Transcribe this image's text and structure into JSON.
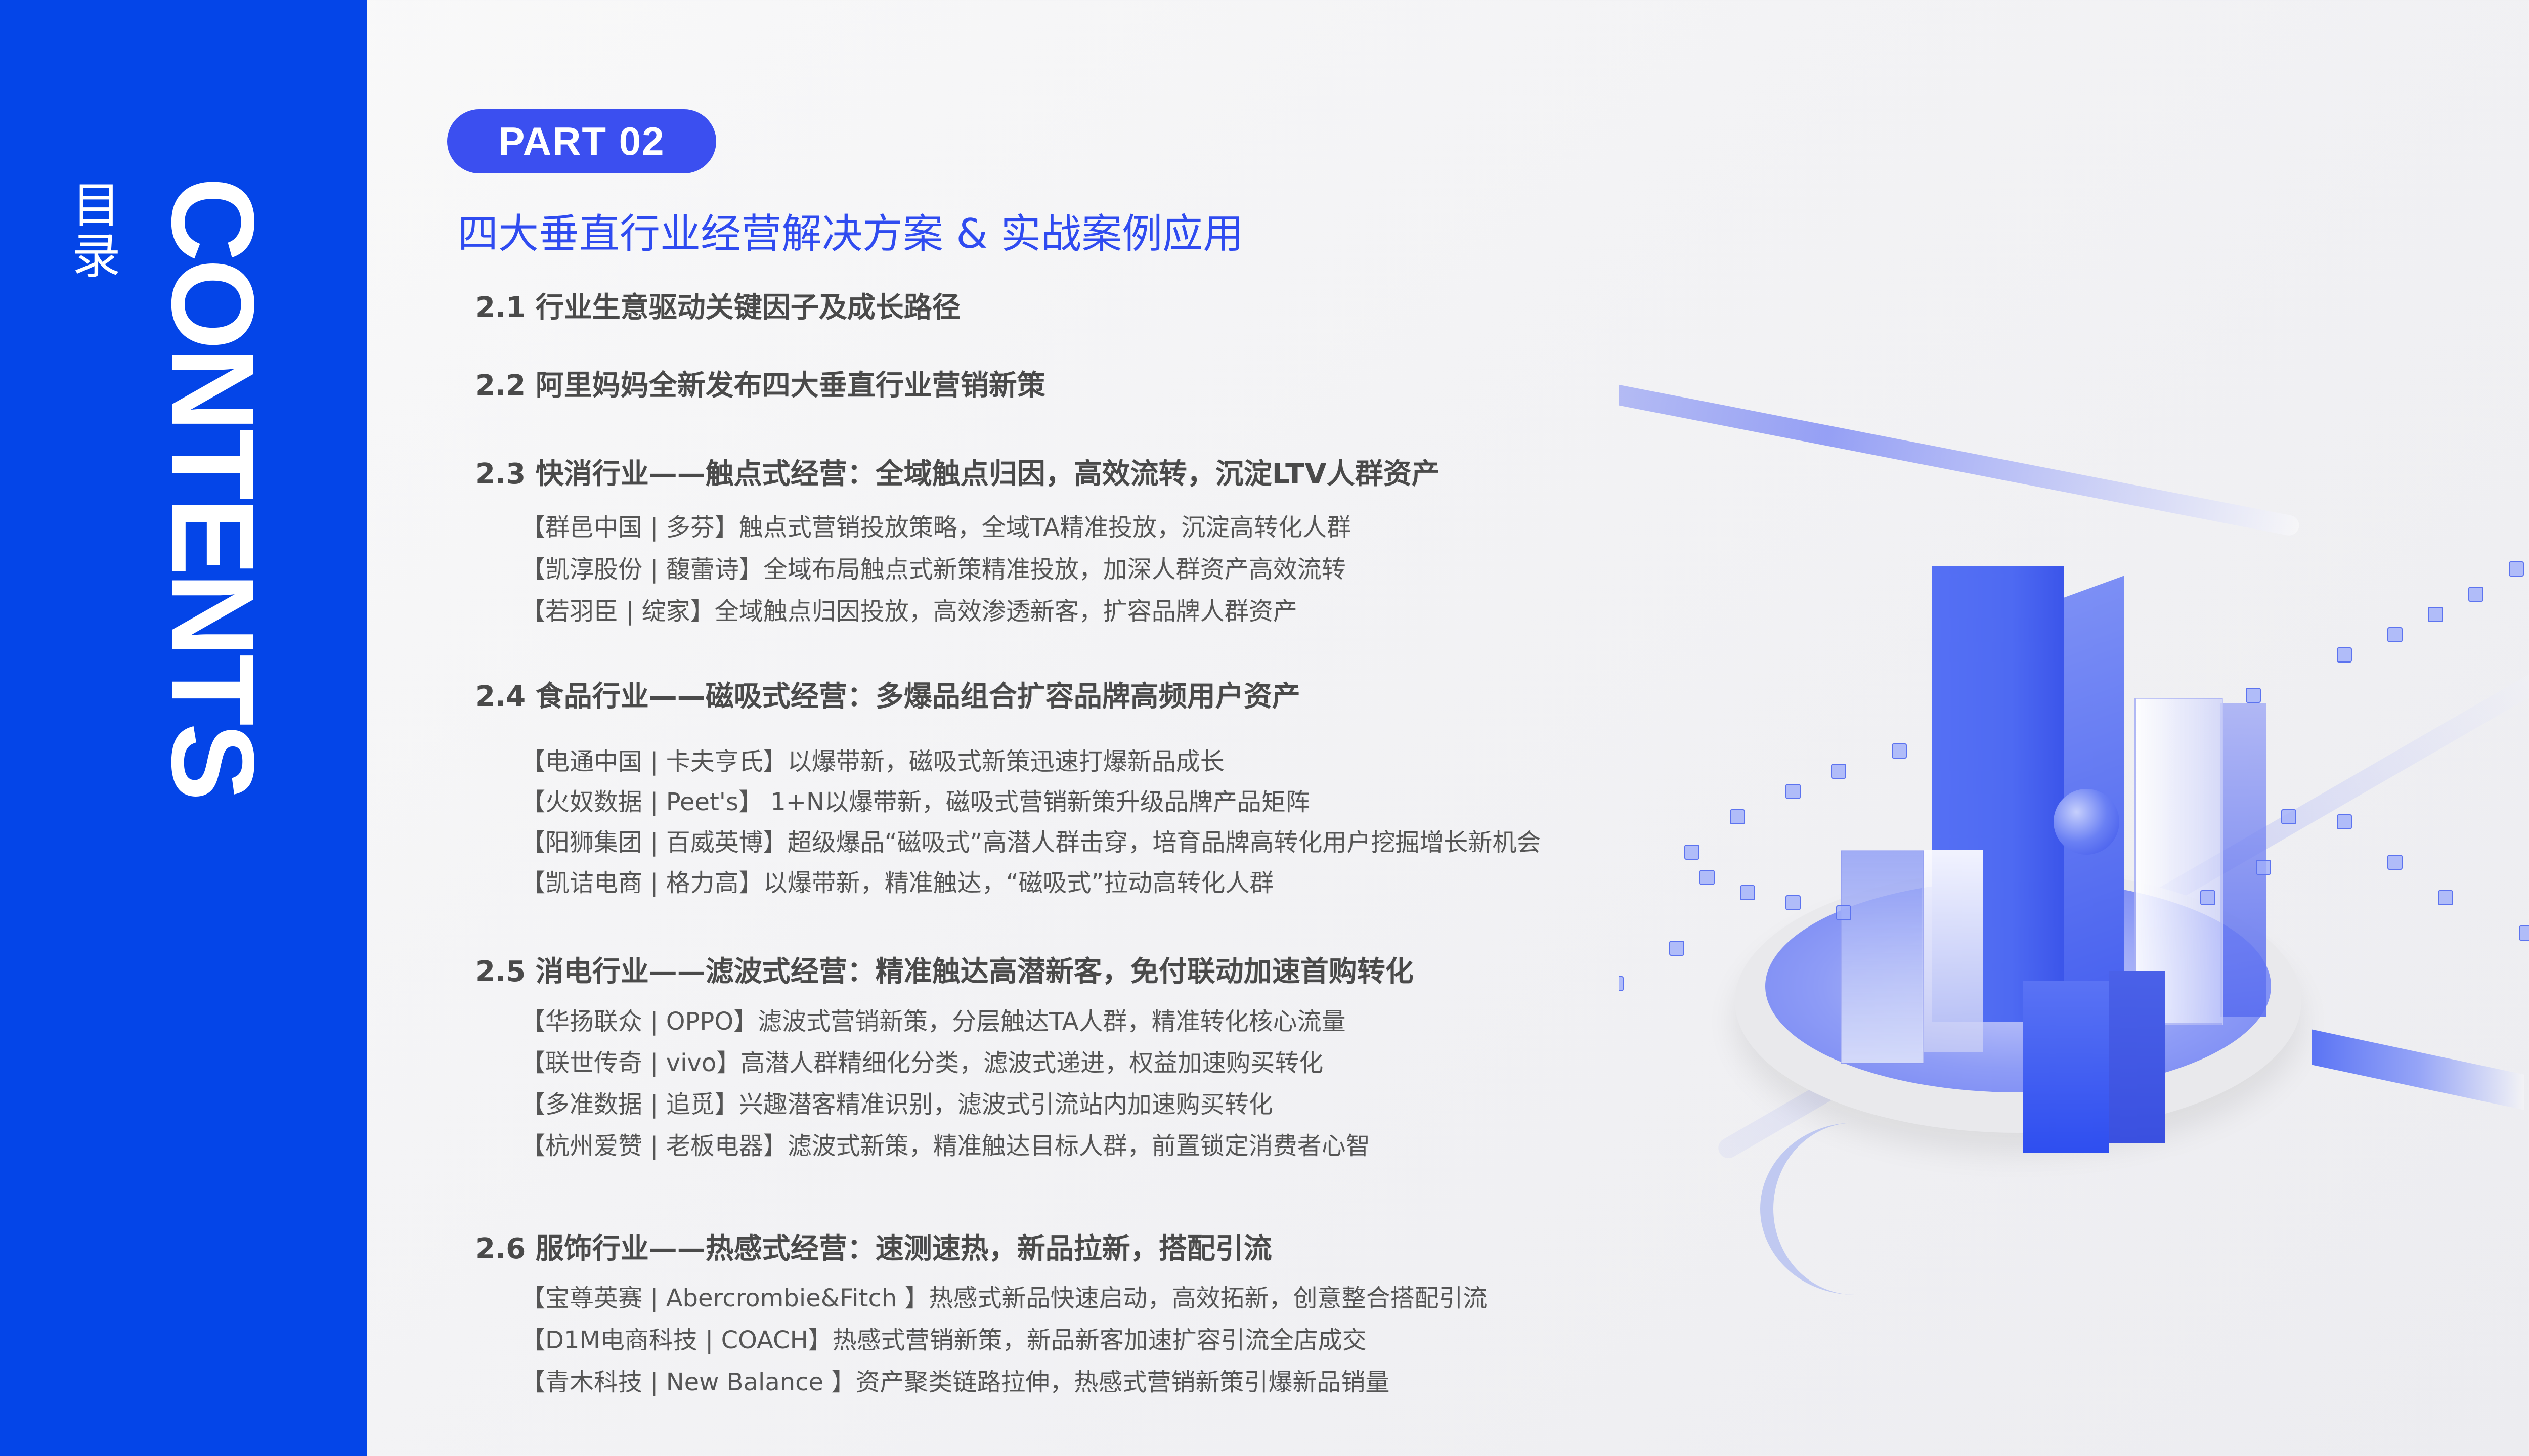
{
  "sidebar": {
    "title_cn": "目录",
    "title_en": "CONTENTS"
  },
  "part": {
    "badge": "PART 02",
    "title": "四大垂直行业经营解决方案 & 实战案例应用"
  },
  "sections": [
    {
      "title": "2.1 行业生意驱动关键因子及成长路径",
      "cases": []
    },
    {
      "title": "2.2 阿里妈妈全新发布四大垂直行业营销新策",
      "cases": []
    },
    {
      "title": "2.3 快消行业——触点式经营：全域触点归因，高效流转，沉淀LTV人群资产",
      "cases": [
        "【群邑中国 | 多芬】触点式营销投放策略，全域TA精准投放，沉淀高转化人群",
        "【凯淳股份 | 馥蕾诗】全域布局触点式新策精准投放，加深人群资产高效流转",
        "【若羽臣 | 绽家】全域触点归因投放，高效渗透新客，扩容品牌人群资产"
      ]
    },
    {
      "title": "2.4 食品行业——磁吸式经营：多爆品组合扩容品牌高频用户资产",
      "cases": [
        "【电通中国 | 卡夫亨氏】以爆带新，磁吸式新策迅速打爆新品成长",
        "【火奴数据 | Peet's】 1+N以爆带新，磁吸式营销新策升级品牌产品矩阵",
        "【阳狮集团 | 百威英博】超级爆品“磁吸式”高潜人群击穿，培育品牌高转化用户挖掘增长新机会",
        "【凯诘电商 | 格力高】以爆带新，精准触达，“磁吸式”拉动高转化人群"
      ]
    },
    {
      "title": "2.5 消电行业——滤波式经营：精准触达高潜新客，免付联动加速首购转化",
      "cases": [
        "【华扬联众 | OPPO】滤波式营销新策，分层触达TA人群，精准转化核心流量",
        "【联世传奇 | vivo】高潜人群精细化分类，滤波式递进，权益加速购买转化",
        "【多准数据 | 追觅】兴趣潜客精准识别，滤波式引流站内加速购买转化",
        "【杭州爱赞 | 老板电器】滤波式新策，精准触达目标人群，前置锁定消费者心智"
      ]
    },
    {
      "title": "2.6 服饰行业——热感式经营：速测速热，新品拉新，搭配引流",
      "cases": [
        "【宝尊英赛 | Abercrombie&Fitch 】热感式新品快速启动，高效拓新，创意整合搭配引流",
        "【D1M电商科技 | COACH】热感式营销新策，新品新客加速扩容引流全店成交",
        "【青木科技 | New Balance 】资产聚类链路拉伸，热感式营销新策引爆新品销量"
      ]
    }
  ],
  "colors": {
    "sidebar": "#0445e8",
    "badge": "#3b4ff0",
    "part_title": "#2f4bf0",
    "section_text": "#4a4a4a",
    "case_text": "#555555"
  }
}
